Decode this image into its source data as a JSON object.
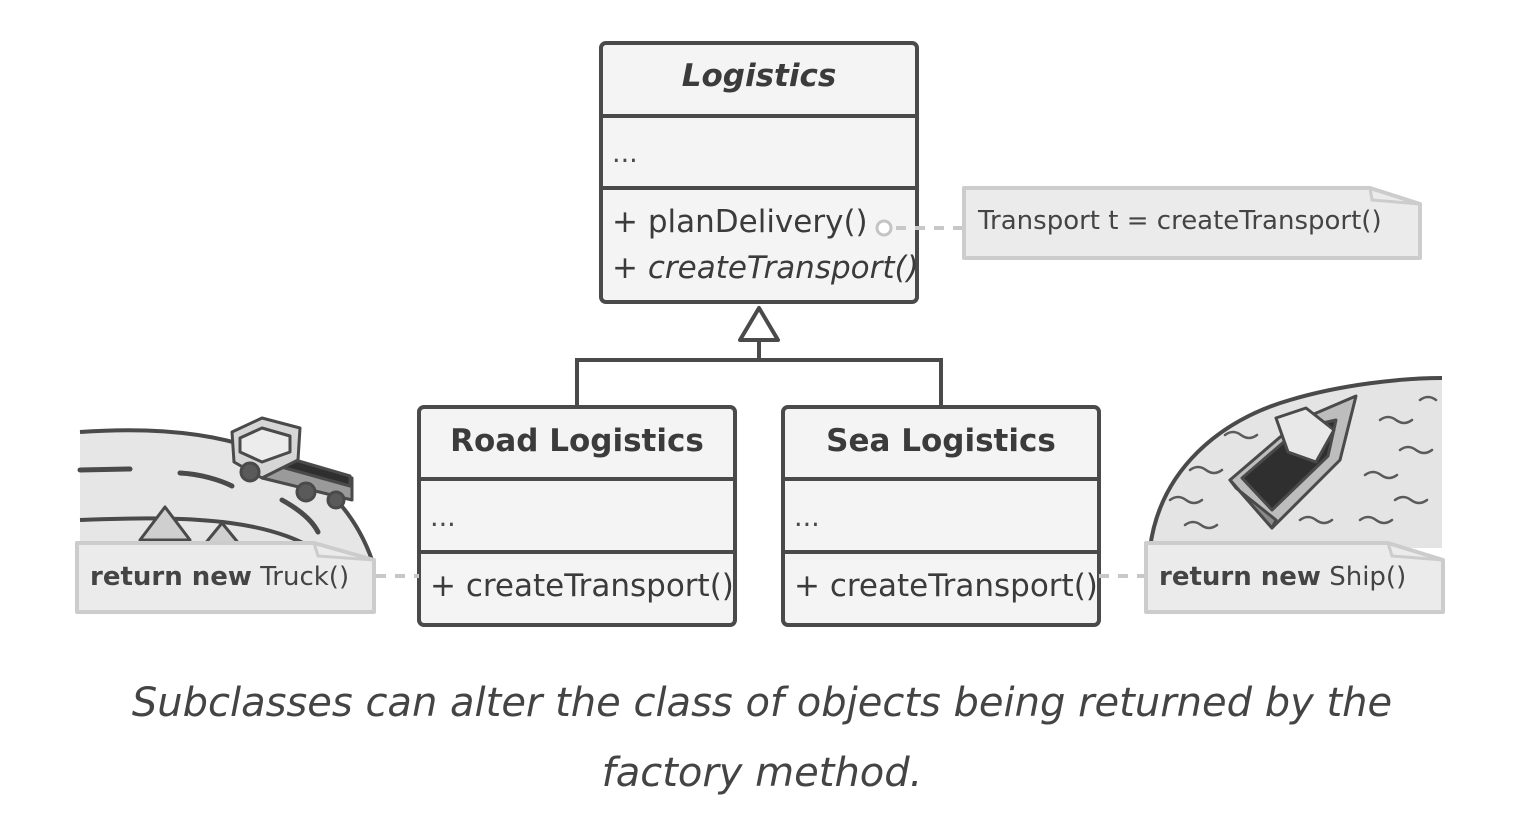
{
  "classes": {
    "logistics": {
      "name": "Logistics",
      "fields": "...",
      "methods": [
        "+ planDelivery()",
        "+ createTransport()"
      ]
    },
    "road": {
      "name": "Road Logistics",
      "fields": "...",
      "method": "+ createTransport()"
    },
    "sea": {
      "name": "Sea Logistics",
      "fields": "...",
      "method": "+ createTransport()"
    }
  },
  "notes": {
    "plan": "Transport t = createTransport()",
    "truck": {
      "keyword": "return new",
      "text": " Truck()"
    },
    "ship": {
      "keyword": "return new",
      "text": " Ship()"
    }
  },
  "caption": "Subclasses can alter the class of objects being returned by the factory method.",
  "colors": {
    "line": "#4a4a4a",
    "box_fill": "#f4f4f4",
    "note_fill": "#eaeaea",
    "note_border": "#cfcfcf",
    "illustration": "#e4e4e4"
  },
  "icons": [
    "truck-icon",
    "ship-icon",
    "tree-icon",
    "road-illustration",
    "water-illustration"
  ]
}
